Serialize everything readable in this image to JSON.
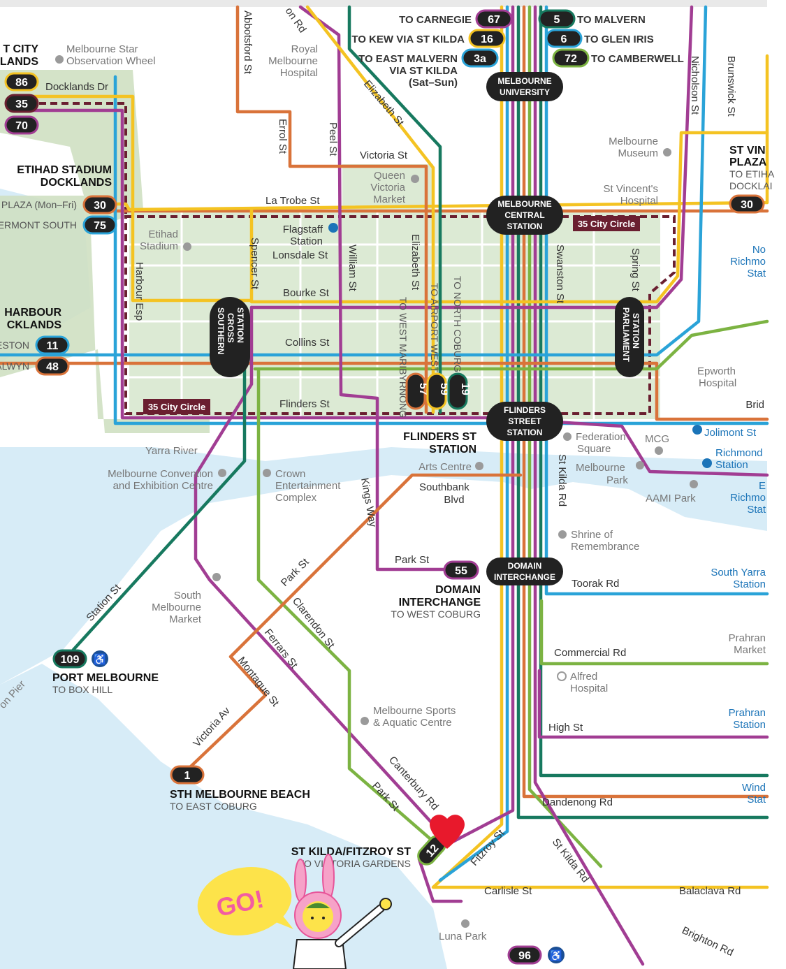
{
  "colors": {
    "yellow": "#f4c322",
    "purple": "#a13d93",
    "orange": "#d9733a",
    "teal": "#17795f",
    "blue": "#2aa3d8",
    "green": "#7cb342",
    "maroon": "#6a1f30",
    "dark": "#222222",
    "park": "#cfe0c2",
    "water": "#d7ecf7",
    "heart": "#e8192c"
  },
  "hubs": {
    "melbourne_university": [
      "MELBOURNE",
      "UNIVERSITY"
    ],
    "melbourne_central": [
      "MELBOURNE",
      "CENTRAL",
      "STATION"
    ],
    "flinders_street": [
      "FLINDERS",
      "STREET",
      "STATION"
    ],
    "domain_interchange": [
      "DOMAIN",
      "INTERCHANGE"
    ],
    "southern_cross": [
      "SOUTHERN",
      "CROSS",
      "STATION"
    ],
    "parliament": [
      "PARLIAMENT",
      "STATION"
    ]
  },
  "route_badges": [
    {
      "num": "67",
      "dest": "TO CARNEGIE"
    },
    {
      "num": "16",
      "dest": "TO KEW VIA ST KILDA"
    },
    {
      "num": "3a",
      "dest": "TO EAST MALVERN"
    },
    {
      "num": "5",
      "dest": "TO MALVERN"
    },
    {
      "num": "6",
      "dest": "TO GLEN IRIS"
    },
    {
      "num": "72",
      "dest": "TO CAMBERWELL"
    },
    {
      "num": "86",
      "dest": ""
    },
    {
      "num": "35",
      "dest": ""
    },
    {
      "num": "70",
      "dest": ""
    },
    {
      "num": "30",
      "dest": "PLAZA (Mon–Fri)"
    },
    {
      "num": "75",
      "dest": "VERMONT SOUTH"
    },
    {
      "num": "11",
      "dest": "ESTON"
    },
    {
      "num": "48",
      "dest": "ALWYN"
    },
    {
      "num": "30",
      "dest": ""
    },
    {
      "num": "57",
      "dest": ""
    },
    {
      "num": "59",
      "dest": ""
    },
    {
      "num": "19",
      "dest": ""
    },
    {
      "num": "55",
      "dest": ""
    },
    {
      "num": "109",
      "dest": ""
    },
    {
      "num": "1",
      "dest": ""
    },
    {
      "num": "12",
      "dest": ""
    },
    {
      "num": "96",
      "dest": ""
    }
  ],
  "dest_extra": {
    "via_st_kilda": "VIA ST KILDA",
    "sat_sun": "(Sat–Sun)"
  },
  "terminus": {
    "city_docklands": [
      "T CITY",
      "LANDS"
    ],
    "etihad_docklands": [
      "ETIHAD STADIUM",
      "DOCKLANDS"
    ],
    "harbour_docklands": [
      "HARBOUR",
      "CKLANDS"
    ],
    "st_vincent_plaza": [
      "ST VIN",
      "PLAZA"
    ],
    "st_vincent_sub": [
      "TO ETIHA",
      "DOCKLAI"
    ],
    "flinders_st_station": [
      "FLINDERS ST",
      "STATION"
    ],
    "domain_interchange": [
      "DOMAIN",
      "INTERCHANGE"
    ],
    "domain_sub": "TO WEST COBURG",
    "port_melbourne": "PORT MELBOURNE",
    "port_melbourne_sub": "TO BOX HILL",
    "sth_melbourne_beach": "STH MELBOURNE BEACH",
    "sth_melbourne_sub": "TO EAST COBURG",
    "st_kilda_fitzroy": "ST KILDA/FITZROY ST",
    "st_kilda_sub": "TO VICTORIA GARDENS"
  },
  "streets": {
    "docklands_dr": "Docklands Dr",
    "la_trobe": "La Trobe St",
    "victoria": "Victoria St",
    "lonsdale": "Lonsdale St",
    "bourke": "Bourke St",
    "collins": "Collins St",
    "flinders": "Flinders St",
    "park_st": "Park St",
    "toorak_rd": "Toorak Rd",
    "commercial_rd": "Commercial Rd",
    "high_st": "High St",
    "dandenong_rd": "Dandenong Rd",
    "carlisle_st": "Carlisle St",
    "balaclava_rd": "Balaclava Rd",
    "abbotsford": "Abbotsford St",
    "errol": "Errol St",
    "peel": "Peel St",
    "elizabeth": "Elizabeth St",
    "nicholson": "Nicholson St",
    "brunswick": "Brunswick St",
    "spencer": "Spencer St",
    "william": "William St",
    "swanston": "Swanston St",
    "spring": "Spring St",
    "harbour_esp": "Harbour Esp",
    "elizabeth2": "Elizabeth St",
    "to_airport_west": "TO AIRPORT WEST",
    "to_north_coburg": "TO NORTH COBURG",
    "to_west_maribyrnong": "TO WEST MARIBYRNONG",
    "kings_way": "Kings Way",
    "st_kilda_rd": "St Kilda Rd",
    "station_st": "Station St",
    "park_st_diag": "Park St",
    "clarendon": "Clarendon St",
    "ferrars": "Ferrars St",
    "montague": "Montague St",
    "victoria_av": "Victoria Av",
    "canterbury": "Canterbury Rd",
    "park_st_lower": "Park St",
    "fitzroy_st": "Fitzroy St",
    "st_kilda_rd2": "St Kilda Rd",
    "brighton_rd": "Brighton Rd",
    "rd_top": "on Rd",
    "brid": "Brid",
    "southbank_blvd": [
      "Southbank",
      "Blvd"
    ]
  },
  "places": {
    "star_wheel": [
      "Melbourne Star",
      "Observation Wheel"
    ],
    "royal_hospital": [
      "Royal",
      "Melbourne",
      "Hospital"
    ],
    "queen_vic": [
      "Queen",
      "Victoria",
      "Market"
    ],
    "museum": [
      "Melbourne",
      "Museum"
    ],
    "st_vincents": [
      "St Vincent's",
      "Hospital"
    ],
    "etihad": [
      "Etihad",
      "Stadium"
    ],
    "flagstaff": [
      "Flagstaff",
      "Station"
    ],
    "epworth": [
      "Epworth",
      "Hospital"
    ],
    "federation": [
      "Federation",
      "Square"
    ],
    "mcg": "MCG",
    "melbourne_park": [
      "Melbourne",
      "Park"
    ],
    "aami": "AAMI Park",
    "arts_centre": "Arts Centre",
    "conv_centre": [
      "Melbourne Convention",
      "and Exhibition Centre"
    ],
    "crown": [
      "Crown",
      "Entertainment",
      "Complex"
    ],
    "shrine": [
      "Shrine of",
      "Remembrance"
    ],
    "sth_melb_market": [
      "South",
      "Melbourne",
      "Market"
    ],
    "alfred": [
      "Alfred",
      "Hospital"
    ],
    "msac": [
      "Melbourne Sports",
      "& Aquatic Centre"
    ],
    "luna_park": "Luna Park",
    "yarra_river": "Yarra River",
    "pier": "on Pier"
  },
  "stations": {
    "jolimont": "Jolimont St",
    "richmond": [
      "Richmond",
      "Station"
    ],
    "north_richmond": [
      "No",
      "Richmo",
      "Stat"
    ],
    "east_richmond": [
      "E",
      "Richmo",
      "Stat"
    ],
    "south_yarra": [
      "South Yarra",
      "Station"
    ],
    "prahran_market": [
      "Prahran",
      "Market"
    ],
    "prahran_station": [
      "Prahran",
      "Station"
    ],
    "windsor": [
      "Wind",
      "Stat"
    ]
  },
  "city_circle_label": "35 City Circle",
  "mascot_text": "GO!"
}
